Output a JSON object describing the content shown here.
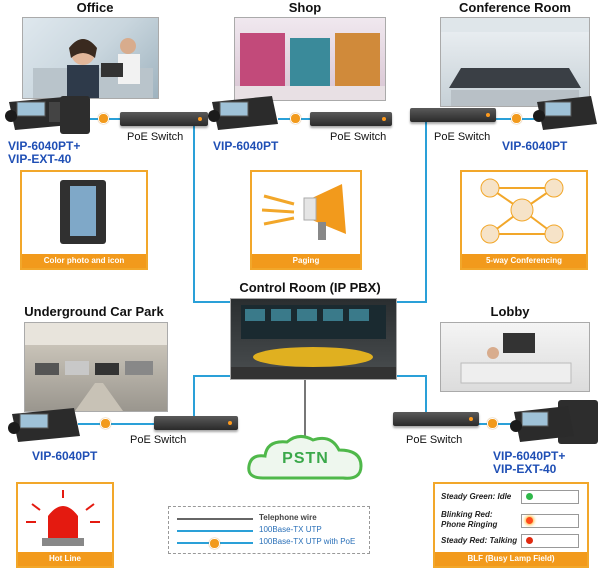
{
  "locations": {
    "office": {
      "title": "Office",
      "model": "VIP-6040PT+",
      "model2": "VIP-EXT-40",
      "switch": "PoE Switch",
      "feature": "Color photo and icon"
    },
    "shop": {
      "title": "Shop",
      "model": "VIP-6040PT",
      "switch": "PoE Switch",
      "feature": "Paging"
    },
    "conference": {
      "title": "Conference Room",
      "model": "VIP-6040PT",
      "switch": "PoE Switch",
      "feature": "5-way Conferencing"
    },
    "control": {
      "title": "Control Room (IP PBX)"
    },
    "carpark": {
      "title": "Underground Car Park",
      "model": "VIP-6040PT",
      "switch": "PoE Switch",
      "feature": "Hot Line"
    },
    "lobby": {
      "title": "Lobby",
      "model": "VIP-6040PT+",
      "model2": "VIP-EXT-40",
      "switch": "PoE Switch",
      "feature": "BLF (Busy Lamp Field)"
    }
  },
  "pstn": "PSTN",
  "legend": {
    "items": [
      {
        "label": "Telephone wire",
        "color": "#666666"
      },
      {
        "label": "100Base-TX UTP",
        "color": "#2aa0d8"
      },
      {
        "label": "100Base-TX UTP with PoE",
        "color": "#2aa0d8"
      }
    ]
  },
  "blf": [
    {
      "label": "Steady Green: Idle",
      "color": "#2fb84a"
    },
    {
      "label": "Blinking Red:",
      "label2": "Phone Ringing",
      "color": "#ff4a1c"
    },
    {
      "label": "Steady Red: Talking",
      "color": "#e02a10"
    }
  ],
  "colors": {
    "accent": "#f29a1c",
    "model_text": "#1f4fb5",
    "network_line": "#2aa0d8"
  }
}
